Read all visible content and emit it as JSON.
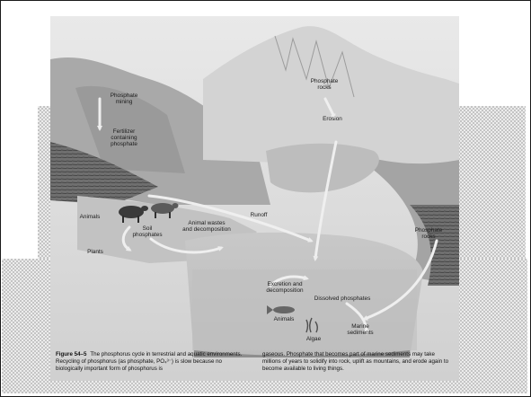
{
  "diagram": {
    "labels": {
      "phosphate_mining": "Phosphate\nmining",
      "fertilizer": "Fertilizer\ncontaining\nphosphate",
      "phosphate_rocks_top": "Phosphate\nrocks",
      "erosion": "Erosion",
      "animals_land": "Animals",
      "animal_wastes": "Animal wastes\nand decomposition",
      "soil_phosphates": "Soil\nphosphates",
      "plants": "Plants",
      "runoff": "Runoff",
      "phosphate_rocks_right": "Phosphate\nrocks",
      "excretion": "Excretion and\ndecomposition",
      "dissolved_phosphates": "Dissolved phosphates",
      "animals_sea": "Animals",
      "algae": "Algae",
      "marine_sediments": "Marine\nsediments"
    }
  },
  "caption": {
    "figure_number": "Figure 54–5",
    "left_text": "The phosphorus cycle in terrestrial and aquatic environments. Recycling of phosphorus (as phosphate, PO₄³⁻) is slow because no biologically important form of phosphorus is",
    "right_text": "gaseous. Phosphate that becomes part of marine sediments may take millions of years to solidify into rock, uplift as mountains, and erode again to become available to living things."
  },
  "colors": {
    "page_bg": "#ffffff",
    "frame_border": "#1a1a1a",
    "checker_light": "#ececec",
    "checker_dark": "#c4c4c4"
  }
}
